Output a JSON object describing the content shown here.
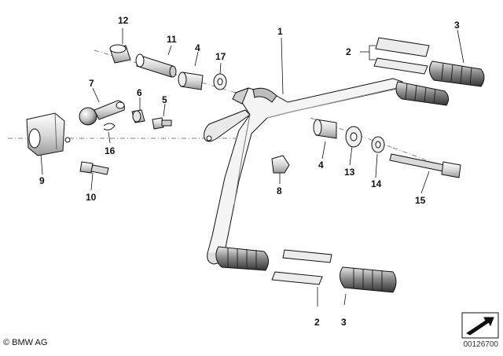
{
  "diagram": {
    "footer_brand": "© BMW AG",
    "footer_code": "00126700",
    "callouts": {
      "c12": "12",
      "c11": "11",
      "c4a": "4",
      "c17": "17",
      "c1": "1",
      "c2a": "2",
      "c3a": "3",
      "c7": "7",
      "c6": "6",
      "c5": "5",
      "c16": "16",
      "c9": "9",
      "c10": "10",
      "c8": "8",
      "c4b": "4",
      "c13": "13",
      "c14": "14",
      "c15": "15",
      "c2b": "2",
      "c3b": "3"
    }
  }
}
